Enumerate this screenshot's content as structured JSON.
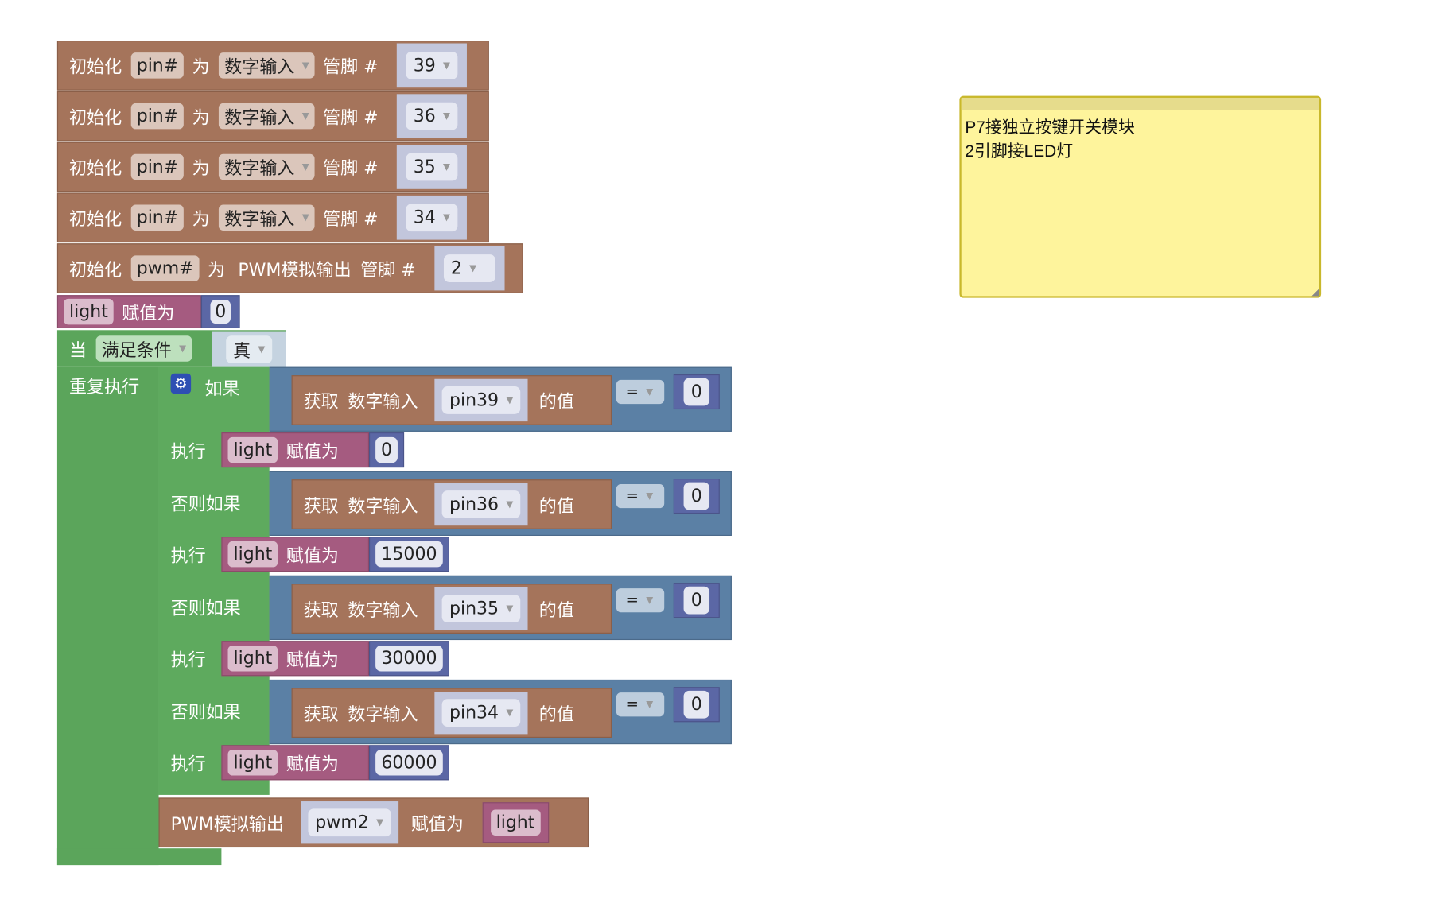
{
  "init_blocks": [
    {
      "label": "初始化",
      "var": "pin#",
      "as": "为",
      "mode": "数字输入",
      "pin_label": "管脚 #",
      "pin": "39"
    },
    {
      "label": "初始化",
      "var": "pin#",
      "as": "为",
      "mode": "数字输入",
      "pin_label": "管脚 #",
      "pin": "36"
    },
    {
      "label": "初始化",
      "var": "pin#",
      "as": "为",
      "mode": "数字输入",
      "pin_label": "管脚 #",
      "pin": "35"
    },
    {
      "label": "初始化",
      "var": "pin#",
      "as": "为",
      "mode": "数字输入",
      "pin_label": "管脚 #",
      "pin": "34"
    },
    {
      "label": "初始化",
      "var": "pwm#",
      "as": "为",
      "mode": "PWM模拟输出",
      "pin_label": "管脚 #",
      "pin": "2"
    }
  ],
  "set_light": {
    "var": "light",
    "assign": "赋值为",
    "value": "0"
  },
  "loop": {
    "when": "当",
    "condition": "满足条件",
    "value": "真",
    "repeat": "重复执行"
  },
  "if_block": {
    "if": "如果",
    "elseif": "否则如果",
    "do": "执行",
    "branches": [
      {
        "get": "获取",
        "mode": "数字输入",
        "pin": "pin39",
        "of": "的值",
        "op": "=",
        "cmp": "0",
        "var": "light",
        "assign": "赋值为",
        "value": "0"
      },
      {
        "get": "获取",
        "mode": "数字输入",
        "pin": "pin36",
        "of": "的值",
        "op": "=",
        "cmp": "0",
        "var": "light",
        "assign": "赋值为",
        "value": "15000"
      },
      {
        "get": "获取",
        "mode": "数字输入",
        "pin": "pin35",
        "of": "的值",
        "op": "=",
        "cmp": "0",
        "var": "light",
        "assign": "赋值为",
        "value": "30000"
      },
      {
        "get": "获取",
        "mode": "数字输入",
        "pin": "pin34",
        "of": "的值",
        "op": "=",
        "cmp": "0",
        "var": "light",
        "assign": "赋值为",
        "value": "60000"
      }
    ]
  },
  "pwm_out": {
    "label": "PWM模拟输出",
    "pin": "pwm2",
    "assign": "赋值为",
    "var": "light"
  },
  "comment": {
    "line1": "P7接独立按键开关模块",
    "line2": "2引脚接LED灯"
  },
  "colors": {
    "brown": "#a5745b",
    "pink": "#a55b80",
    "green": "#5ba55b",
    "logic": "#5b80a5",
    "math": "#5b67a5",
    "note": "#fef49c"
  }
}
